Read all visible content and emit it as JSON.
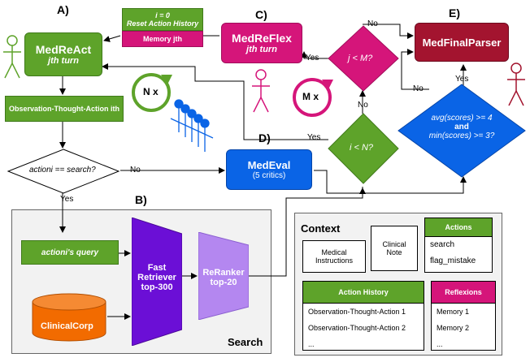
{
  "sections": {
    "a": "A)",
    "b": "B)",
    "c": "C)",
    "d": "D)",
    "e": "E)"
  },
  "medreact": {
    "title": "MedReAct",
    "subtitle": "jth turn"
  },
  "reset_box": {
    "line1": "i = 0",
    "line2": "Reset Action History"
  },
  "memory_box": {
    "label": "Memory jth"
  },
  "medreflex": {
    "title": "MedReFlex",
    "subtitle": "jth turn"
  },
  "medfinal": {
    "title": "MedFinalParser"
  },
  "loop_n": "N x",
  "loop_m": "M x",
  "decision_j": "j < M?",
  "decision_i": "i < N?",
  "decision_avg": {
    "line1": "avg(scores) >= 4",
    "line2": "and",
    "line3": "min(scores) >= 3?"
  },
  "obs_box": {
    "label": "Observation-Thought-Action ith"
  },
  "action_decision": {
    "label": "actioni == search?"
  },
  "medeval": {
    "title": "MedEval",
    "subtitle": "(5 critics)"
  },
  "search": {
    "title": "Search",
    "query": "actioni's query",
    "corpus": "ClinicalCorp",
    "retriever": {
      "l1": "Fast",
      "l2": "Retriever",
      "l3": "top-300"
    },
    "reranker": {
      "l1": "ReRanker",
      "l2": "top-20"
    }
  },
  "edges": {
    "yes": "Yes",
    "no": "No"
  },
  "context": {
    "title": "Context",
    "medical_instructions": "Medical Instructions",
    "clinical_note": "Clinical Note",
    "actions": {
      "header": "Actions",
      "items": [
        "search",
        "flag_mistake"
      ]
    },
    "action_history": {
      "header": "Action History",
      "items": [
        "Observation-Thought-Action 1",
        "Observation-Thought-Action 2",
        "..."
      ]
    },
    "reflexions": {
      "header": "Reflexions",
      "items": [
        "Memory 1",
        "Memory 2",
        "..."
      ]
    }
  },
  "colors": {
    "green": "#5ea32a",
    "pink": "#d5157a",
    "blue": "#0a64e6",
    "maroon": "#a3142f",
    "orange": "#f26b00",
    "purple": "#6b0fd6",
    "lilac": "#b487f0"
  }
}
